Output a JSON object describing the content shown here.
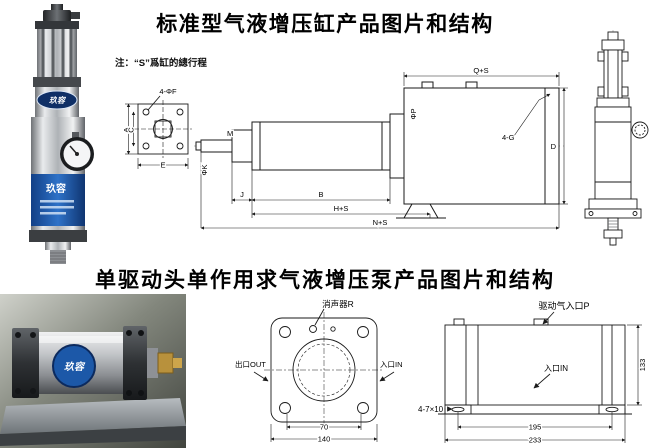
{
  "titles": {
    "top": "标准型气液增压缸产品图片和结构",
    "bottom": "单驱动头单作用求气液增压泵产品图片和结构"
  },
  "standard_section": {
    "note": "注：“S”爲缸的總行程",
    "brand": "玖容",
    "flange_view": {
      "holes": "4-ΦF",
      "dim_a": "A",
      "dim_c": "C",
      "dim_e": "E"
    },
    "side_view": {
      "dim_qs": "Q+S",
      "dim_phi_p": "ΦP",
      "dim_phi_k": "ΦK",
      "dim_4g": "4-G",
      "dim_d": "D",
      "dim_m": "M",
      "dim_j": "J",
      "dim_b": "B",
      "dim_hs": "H+S",
      "dim_ns": "N+S"
    }
  },
  "pump_section": {
    "brand": "玖容",
    "front_view": {
      "muffler": "消声器R",
      "outlet": "出口OUT",
      "inlet": "入口IN",
      "dim_width_inner": "70",
      "dim_width_outer": "140"
    },
    "side_view": {
      "drive_air_inlet": "驱动气入口P",
      "inlet": "入口IN",
      "dim_height": "133",
      "dim_length_inner": "195",
      "dim_length_outer": "233",
      "mount_slots": "4-7×10"
    }
  },
  "colors": {
    "brand_blue": "#1c58a8",
    "line": "#1a1a1a"
  }
}
